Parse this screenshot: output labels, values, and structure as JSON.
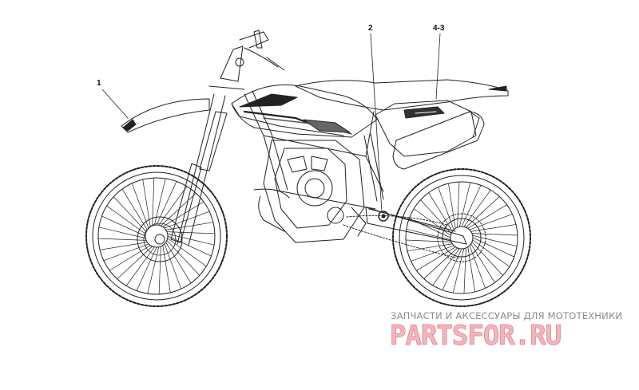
{
  "callouts": [
    {
      "id": "1",
      "label": "1"
    },
    {
      "id": "2",
      "label": "2"
    },
    {
      "id": "4-3",
      "label": "4-3"
    }
  ],
  "watermark": {
    "tagline": "ЗАПЧАСТИ И АКСЕССУАРЫ ДЛЯ МОТОТЕХНИКИ",
    "logo": "PARTSFOR.RU",
    "color": "#f3b6bd"
  }
}
